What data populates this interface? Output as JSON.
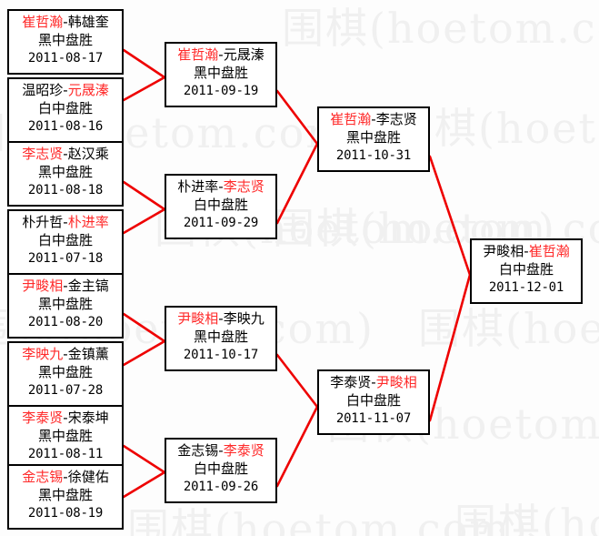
{
  "diagram": {
    "type": "single-elimination-tournament-bracket",
    "title": "",
    "watermark_text": "围棋(hoetom.com)",
    "colors": {
      "winner": "#ff2a2a",
      "loser": "#000000",
      "connector": "#ee0000",
      "box_border": "#000000",
      "background": "#fdfdfd",
      "watermark": "#f0f0f0"
    },
    "labels": {
      "black_win": "黑中盘胜",
      "white_win": "白中盘胜"
    }
  },
  "rounds": [
    {
      "name": "round-1",
      "matches": [
        {
          "winner": "崔哲瀚",
          "loser": "韩雄奎",
          "winner_side": "left",
          "result": "黑中盘胜",
          "date": "2011-08-17"
        },
        {
          "winner": "元晟溱",
          "loser": "温昭珍",
          "winner_side": "right",
          "result": "白中盘胜",
          "date": "2011-08-16"
        },
        {
          "winner": "李志贤",
          "loser": "赵汉乘",
          "winner_side": "left",
          "result": "黑中盘胜",
          "date": "2011-08-18"
        },
        {
          "winner": "朴进率",
          "loser": "朴升哲",
          "winner_side": "right",
          "result": "白中盘胜",
          "date": "2011-07-18"
        },
        {
          "winner": "尹畯相",
          "loser": "金主镐",
          "winner_side": "left",
          "result": "黑中盘胜",
          "date": "2011-08-20"
        },
        {
          "winner": "李映九",
          "loser": "金镇薰",
          "winner_side": "left",
          "result": "黑中盘胜",
          "date": "2011-07-28"
        },
        {
          "winner": "李泰贤",
          "loser": "宋泰坤",
          "winner_side": "left",
          "result": "黑中盘胜",
          "date": "2011-08-11"
        },
        {
          "winner": "金志锡",
          "loser": "徐健佑",
          "winner_side": "left",
          "result": "黑中盘胜",
          "date": "2011-08-19"
        }
      ]
    },
    {
      "name": "round-2",
      "matches": [
        {
          "winner": "崔哲瀚",
          "loser": "元晟溱",
          "winner_side": "left",
          "result": "黑中盘胜",
          "date": "2011-09-19"
        },
        {
          "winner": "李志贤",
          "loser": "朴进率",
          "winner_side": "right",
          "result": "白中盘胜",
          "date": "2011-09-29"
        },
        {
          "winner": "尹畯相",
          "loser": "李映九",
          "winner_side": "left",
          "result": "黑中盘胜",
          "date": "2011-10-17"
        },
        {
          "winner": "李泰贤",
          "loser": "金志锡",
          "winner_side": "right",
          "result": "白中盘胜",
          "date": "2011-09-26"
        }
      ]
    },
    {
      "name": "semifinal",
      "matches": [
        {
          "winner": "崔哲瀚",
          "loser": "李志贤",
          "winner_side": "left",
          "result": "黑中盘胜",
          "date": "2011-10-31"
        },
        {
          "winner": "尹畯相",
          "loser": "李泰贤",
          "winner_side": "right",
          "result": "白中盘胜",
          "date": "2011-11-07"
        }
      ]
    },
    {
      "name": "final",
      "matches": [
        {
          "winner": "崔哲瀚",
          "loser": "尹畯相",
          "winner_side": "right",
          "result": "白中盘胜",
          "date": "2011-12-01"
        }
      ]
    }
  ]
}
